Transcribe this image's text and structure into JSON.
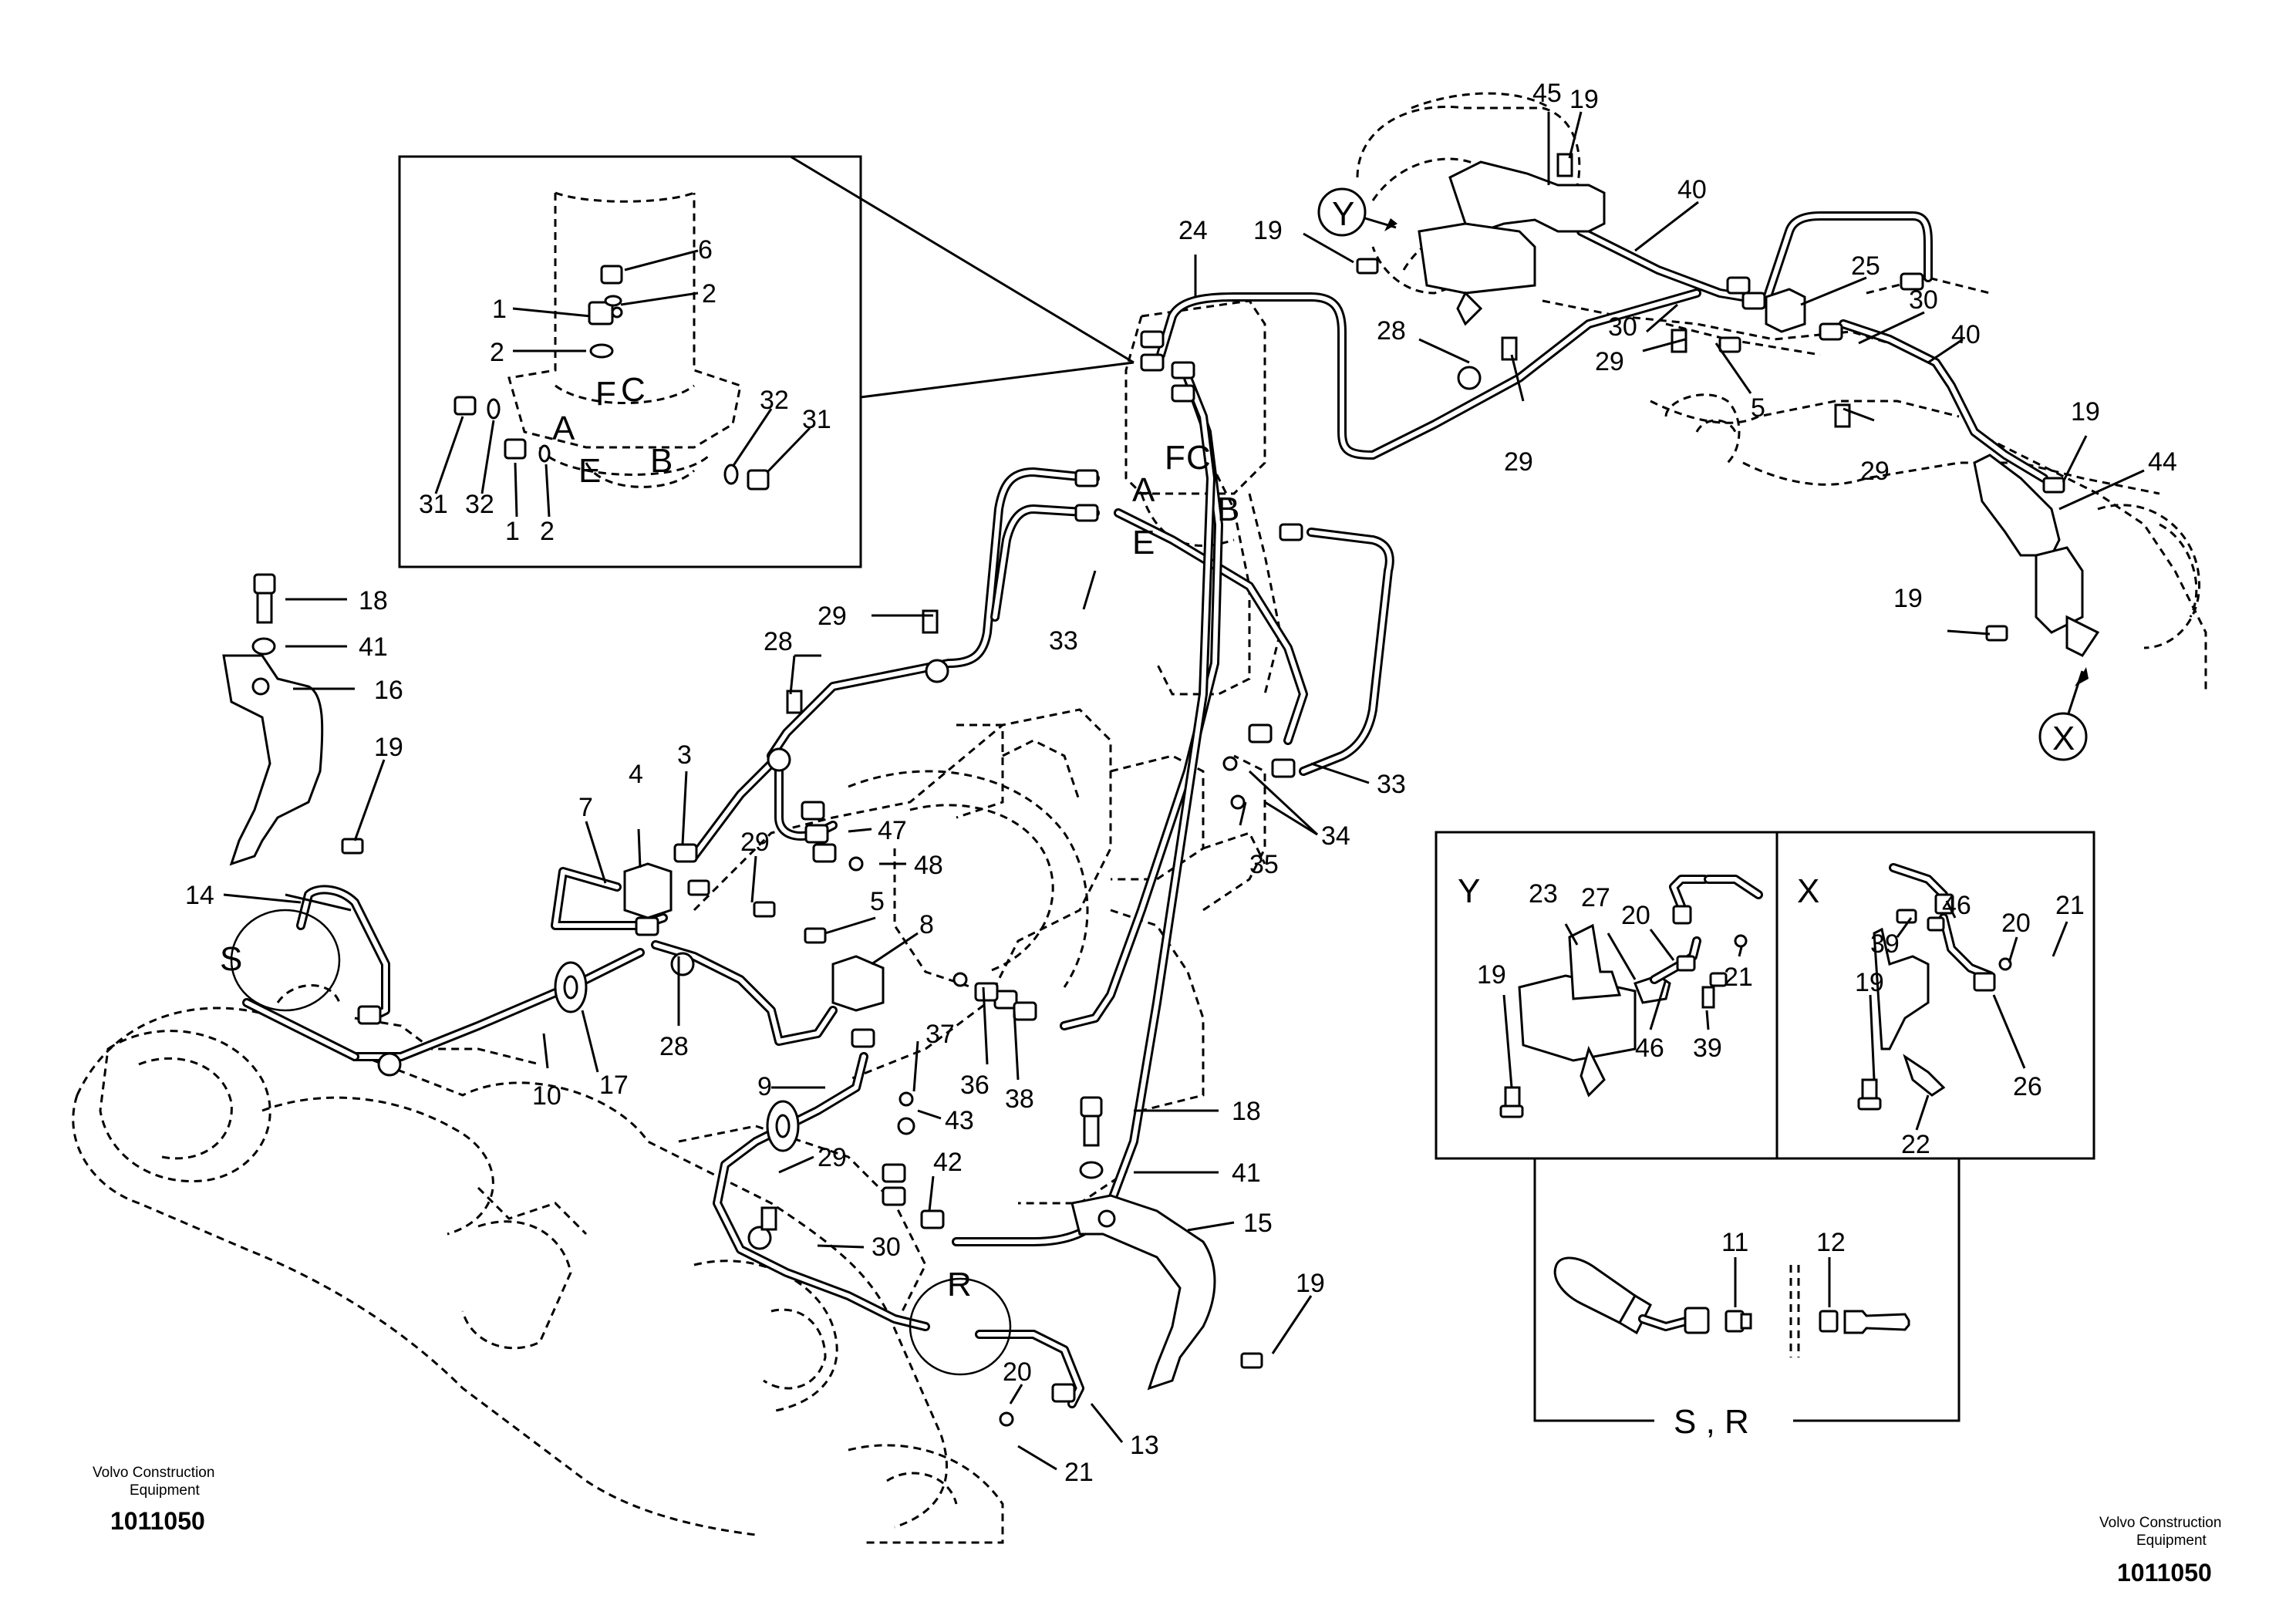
{
  "diagram": {
    "callouts": [
      {
        "id": "c-45",
        "text": "45"
      },
      {
        "id": "c-19a",
        "text": "19"
      },
      {
        "id": "c-40a",
        "text": "40"
      },
      {
        "id": "c-19b",
        "text": "19"
      },
      {
        "id": "c-24",
        "text": "24"
      },
      {
        "id": "c-25",
        "text": "25"
      },
      {
        "id": "c-30a",
        "text": "30"
      },
      {
        "id": "c-30b",
        "text": "30"
      },
      {
        "id": "c-40b",
        "text": "40"
      },
      {
        "id": "c-28a",
        "text": "28"
      },
      {
        "id": "c-29a",
        "text": "29"
      },
      {
        "id": "c-5a",
        "text": "5"
      },
      {
        "id": "c-29b",
        "text": "29"
      },
      {
        "id": "c-29c",
        "text": "29"
      },
      {
        "id": "c-19c",
        "text": "19"
      },
      {
        "id": "c-44",
        "text": "44"
      },
      {
        "id": "c-19d",
        "text": "19"
      },
      {
        "id": "c-18a",
        "text": "18"
      },
      {
        "id": "c-41a",
        "text": "41"
      },
      {
        "id": "c-16",
        "text": "16"
      },
      {
        "id": "c-19e",
        "text": "19"
      },
      {
        "id": "c-29d",
        "text": "29"
      },
      {
        "id": "c-28b",
        "text": "28"
      },
      {
        "id": "c-33a",
        "text": "33"
      },
      {
        "id": "c-33b",
        "text": "33"
      },
      {
        "id": "c-34",
        "text": "34"
      },
      {
        "id": "c-35",
        "text": "35"
      },
      {
        "id": "c-7",
        "text": "7"
      },
      {
        "id": "c-4",
        "text": "4"
      },
      {
        "id": "c-3",
        "text": "3"
      },
      {
        "id": "c-47",
        "text": "47"
      },
      {
        "id": "c-48",
        "text": "48"
      },
      {
        "id": "c-14",
        "text": "14"
      },
      {
        "id": "c-29e",
        "text": "29"
      },
      {
        "id": "c-5b",
        "text": "5"
      },
      {
        "id": "c-8",
        "text": "8"
      },
      {
        "id": "c-28c",
        "text": "28"
      },
      {
        "id": "c-10",
        "text": "10"
      },
      {
        "id": "c-17",
        "text": "17"
      },
      {
        "id": "c-36",
        "text": "36"
      },
      {
        "id": "c-38",
        "text": "38"
      },
      {
        "id": "c-37",
        "text": "37"
      },
      {
        "id": "c-9",
        "text": "9"
      },
      {
        "id": "c-43",
        "text": "43"
      },
      {
        "id": "c-29f",
        "text": "29"
      },
      {
        "id": "c-42",
        "text": "42"
      },
      {
        "id": "c-18b",
        "text": "18"
      },
      {
        "id": "c-41b",
        "text": "41"
      },
      {
        "id": "c-15",
        "text": "15"
      },
      {
        "id": "c-30c",
        "text": "30"
      },
      {
        "id": "c-19f",
        "text": "19"
      },
      {
        "id": "c-20a",
        "text": "20"
      },
      {
        "id": "c-21a",
        "text": "21"
      },
      {
        "id": "c-13",
        "text": "13"
      }
    ],
    "inset_main": {
      "callouts": [
        {
          "id": "i-6",
          "text": "6"
        },
        {
          "id": "i-1a",
          "text": "1"
        },
        {
          "id": "i-2a",
          "text": "2"
        },
        {
          "id": "i-2b",
          "text": "2"
        },
        {
          "id": "i-32a",
          "text": "32"
        },
        {
          "id": "i-31a",
          "text": "31"
        },
        {
          "id": "i-31b",
          "text": "31"
        },
        {
          "id": "i-32b",
          "text": "32"
        },
        {
          "id": "i-1b",
          "text": "1"
        },
        {
          "id": "i-2c",
          "text": "2"
        }
      ],
      "ports": {
        "F": "F",
        "C": "C",
        "A": "A",
        "E": "E",
        "B": "B"
      }
    },
    "main_ports": {
      "F": "F",
      "C": "C",
      "A": "A",
      "E": "E",
      "B": "B"
    },
    "view_markers": {
      "Y": "Y",
      "X": "X",
      "S": "S",
      "R": "R"
    },
    "inset_yx": {
      "label_y": "Y",
      "label_x": "X",
      "callouts": [
        {
          "id": "y-23",
          "text": "23"
        },
        {
          "id": "y-27",
          "text": "27"
        },
        {
          "id": "y-20",
          "text": "20"
        },
        {
          "id": "y-21",
          "text": "21"
        },
        {
          "id": "y-19",
          "text": "19"
        },
        {
          "id": "y-46",
          "text": "46"
        },
        {
          "id": "y-39",
          "text": "39"
        },
        {
          "id": "x-46",
          "text": "46"
        },
        {
          "id": "x-21",
          "text": "21"
        },
        {
          "id": "x-39",
          "text": "39"
        },
        {
          "id": "x-20",
          "text": "20"
        },
        {
          "id": "x-19",
          "text": "19"
        },
        {
          "id": "x-26",
          "text": "26"
        },
        {
          "id": "x-22",
          "text": "22"
        }
      ]
    },
    "inset_sr": {
      "title": "S , R",
      "callouts": [
        {
          "id": "sr-11",
          "text": "11"
        },
        {
          "id": "sr-12",
          "text": "12"
        }
      ]
    }
  },
  "footer": {
    "left": {
      "brand_line1": "Volvo Construction",
      "brand_line2": "Equipment",
      "number": "1011050"
    },
    "right": {
      "brand_line1": "Volvo Construction",
      "brand_line2": "Equipment",
      "number": "1011050"
    }
  }
}
